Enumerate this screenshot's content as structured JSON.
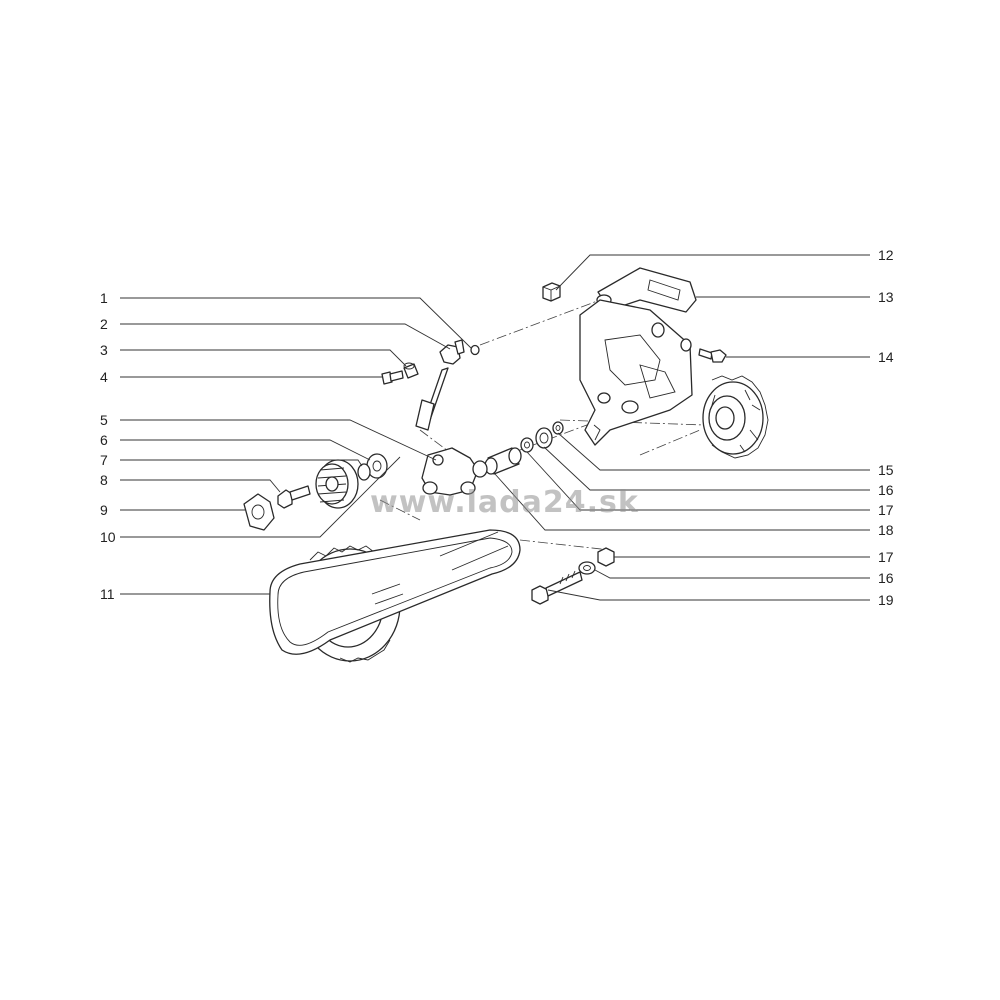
{
  "watermark": "www.lada24.sk",
  "callouts_left": [
    "1",
    "2",
    "3",
    "4",
    "5",
    "6",
    "7",
    "8",
    "9",
    "10",
    "11"
  ],
  "callouts_right": [
    "12",
    "13",
    "14",
    "15",
    "16",
    "17",
    "18",
    "17",
    "16",
    "19"
  ]
}
